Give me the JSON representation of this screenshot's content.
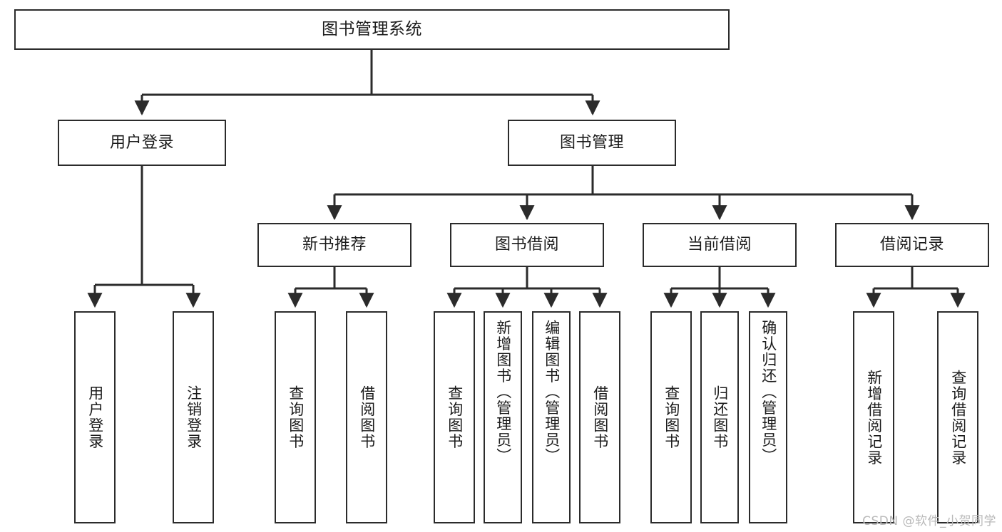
{
  "diagram": {
    "type": "tree",
    "title": "图书管理系统",
    "watermark": "CSDN @软件_小贺同学",
    "colors": {
      "box_border": "#2b2b2b",
      "box_fill": "#ffffff",
      "connector": "#2b2b2b",
      "text": "#1b1b1b",
      "watermark": "#b9b9b9"
    },
    "root": {
      "label": "图书管理系统"
    },
    "level2": [
      {
        "label": "用户登录"
      },
      {
        "label": "图书管理"
      }
    ],
    "level3": [
      {
        "label": "新书推荐"
      },
      {
        "label": "图书借阅"
      },
      {
        "label": "当前借阅"
      },
      {
        "label": "借阅记录"
      }
    ],
    "leaves": [
      {
        "label": "用户登录",
        "parent": "用户登录"
      },
      {
        "label": "注销登录",
        "parent": "用户登录"
      },
      {
        "label": "查询图书",
        "parent": "新书推荐"
      },
      {
        "label": "借阅图书",
        "parent": "新书推荐"
      },
      {
        "label": "查询图书",
        "parent": "图书借阅"
      },
      {
        "label": "新增图书（管理员）",
        "parent": "图书借阅"
      },
      {
        "label": "编辑图书（管理员）",
        "parent": "图书借阅"
      },
      {
        "label": "借阅图书",
        "parent": "图书借阅"
      },
      {
        "label": "查询图书",
        "parent": "当前借阅"
      },
      {
        "label": "归还图书",
        "parent": "当前借阅"
      },
      {
        "label": "确认归还（管理员）",
        "parent": "当前借阅"
      },
      {
        "label": "新增借阅记录",
        "parent": "借阅记录"
      },
      {
        "label": "查询借阅记录",
        "parent": "借阅记录"
      }
    ]
  }
}
